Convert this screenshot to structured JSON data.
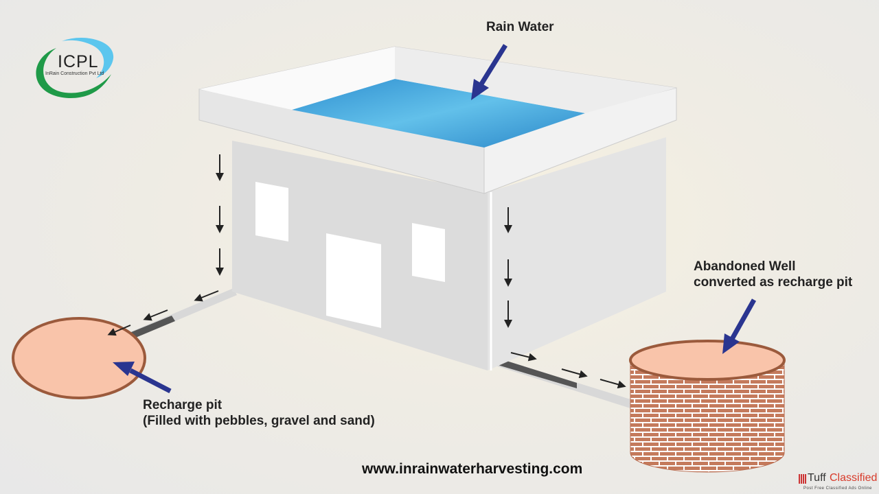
{
  "logo": {
    "name": "ICPL",
    "subtitle": "InRain Construction Pvt Ltd"
  },
  "labels": {
    "rain_water": "Rain Water",
    "abandoned_well_line1": "Abandoned Well",
    "abandoned_well_line2": "converted as recharge pit",
    "recharge_pit_line1": "Recharge pit",
    "recharge_pit_line2": "(Filled with pebbles, gravel and sand)"
  },
  "website": "www.inrainwaterharvesting.com",
  "watermark": {
    "brand_a": "Tuff",
    "brand_b": "Classified",
    "tagline": "Post Free Classified Ads Online"
  },
  "colors": {
    "arrow": "#2a3590",
    "water": "#3a9fd6",
    "pit": "#f9c4aa",
    "brick": "#b86a4e",
    "logo_green": "#1f9a48",
    "logo_blue": "#5cc6ee"
  }
}
